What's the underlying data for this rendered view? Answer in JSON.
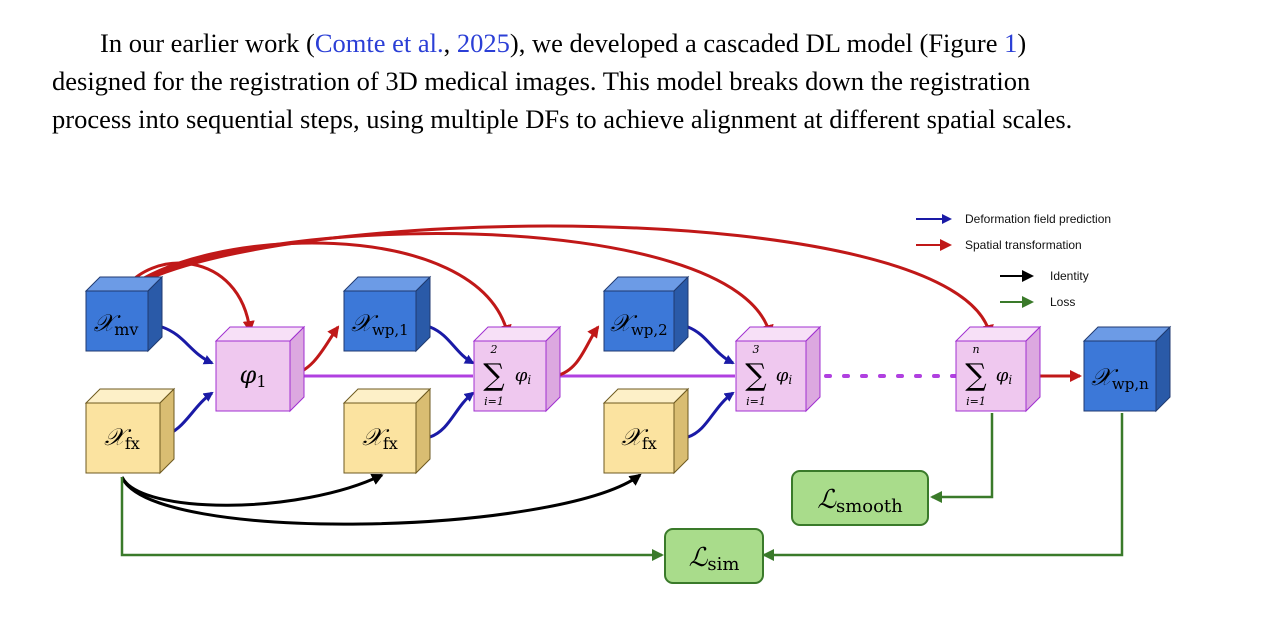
{
  "paragraph": {
    "line1_pre": "In our earlier work (",
    "cite_author": "Comte et al.",
    "cite_sep": ", ",
    "cite_year": "2025",
    "line1_mid": "), we developed a cascaded DL model (Figure ",
    "fig_ref": "1",
    "line1_post": ")",
    "line2": "designed for the registration of 3D medical images. This model breaks down the registration",
    "line3": "process into sequential steps, using multiple DFs to achieve alignment at different spatial scales."
  },
  "figure": {
    "legend": [
      {
        "label": "Deformation field prediction",
        "color": "#1a1aa6"
      },
      {
        "label": "Spatial transformation",
        "color": "#c01818"
      },
      {
        "label": "Identity",
        "color": "#000000"
      },
      {
        "label": "Loss",
        "color": "#3a7a2a"
      }
    ],
    "boxes": {
      "x_mv": {
        "sym": "𝒳",
        "sub": "mv"
      },
      "x_fx": {
        "sym": "𝒳",
        "sub": "fx"
      },
      "x_wp1": {
        "sym": "𝒳",
        "sub": "wp,1"
      },
      "x_wp2": {
        "sym": "𝒳",
        "sub": "wp,2"
      },
      "x_wpn": {
        "sym": "𝒳",
        "sub": "wp,n"
      },
      "phi1": {
        "sym": "φ",
        "sub": "1"
      },
      "sum2": {
        "top": "2",
        "bottom": "i=1",
        "body": "φ",
        "sub": "i"
      },
      "sum3": {
        "top": "3",
        "bottom": "i=1",
        "body": "φ",
        "sub": "i"
      },
      "sumn": {
        "top": "n",
        "bottom": "i=1",
        "body": "φ",
        "sub": "i"
      },
      "l_smooth": {
        "sym": "ℒ",
        "sub": "smooth"
      },
      "l_sim": {
        "sym": "ℒ",
        "sub": "sim"
      }
    },
    "colors": {
      "blue_front": "#3c78d8",
      "blue_top": "#6c9be6",
      "blue_side": "#2a5aa8",
      "yellow_front": "#fbe3a0",
      "yellow_top": "#fdf0c8",
      "yellow_side": "#d9bd72",
      "pink_front": "#efc8ef",
      "pink_top": "#f7e0f7",
      "pink_side": "#dca8e0",
      "pink_edge": "#a030d0",
      "green_fill": "#a9dc8b",
      "green_edge": "#3a7a2a"
    }
  }
}
